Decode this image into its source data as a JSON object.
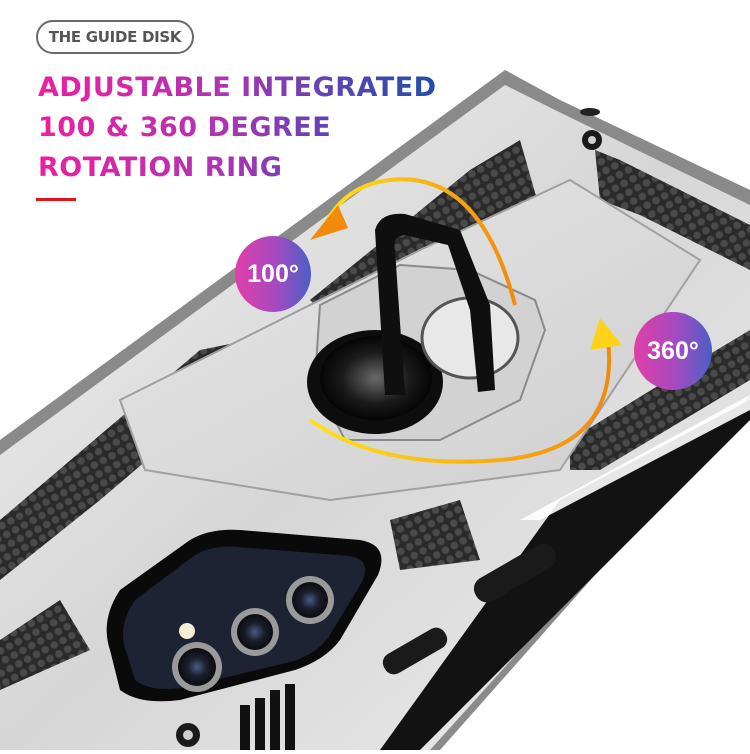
{
  "tag": {
    "label": "THE GUIDE DISK"
  },
  "headline": {
    "lines": [
      "ADJUSTABLE INTEGRATED",
      "100 & 360 DEGREE",
      "ROTATION RING"
    ],
    "gradient": [
      "#ee1fa0",
      "#b233b4",
      "#5a44b4",
      "#1f4fa8"
    ]
  },
  "accent": {
    "red_bar_color": "#e5141b"
  },
  "badges": {
    "left": {
      "label": "100°"
    },
    "right": {
      "label": "360°"
    }
  },
  "product": {
    "case_color": "#d9d9d9",
    "grip_color": "#3a3a3a",
    "ring_color": "#111111",
    "arrow_colors": [
      "#ffd21a",
      "#f28a0c"
    ]
  }
}
